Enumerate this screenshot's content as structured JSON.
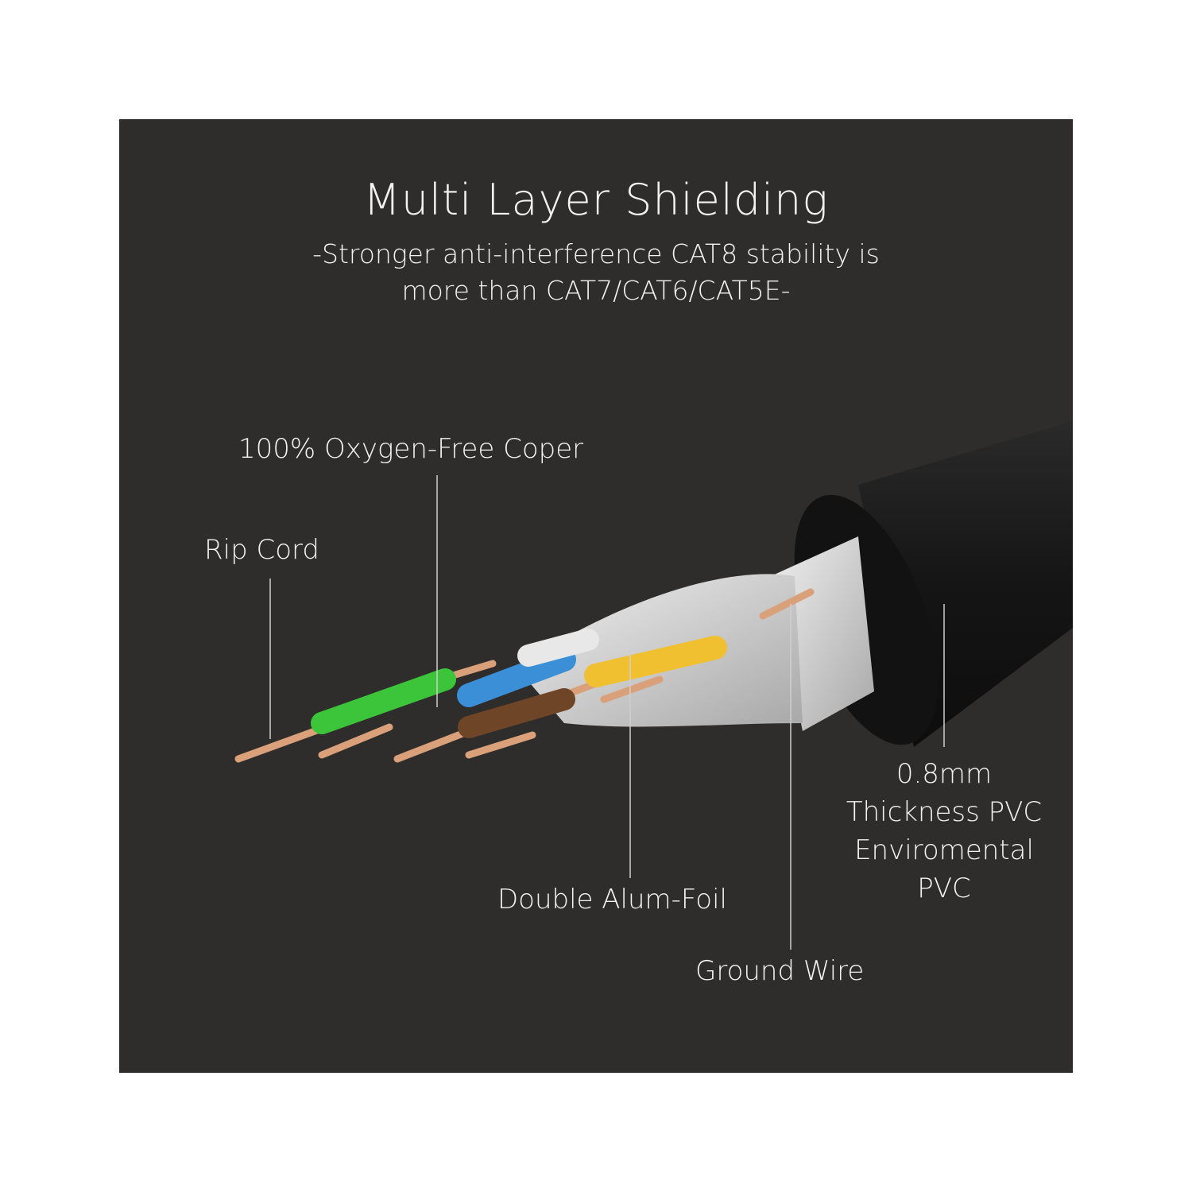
{
  "header": {
    "title": "Multi Layer Shielding",
    "subtitle_line1": "-Stronger anti-interference CAT8 stability is",
    "subtitle_line2": "more than CAT7/CAT6/CAT5E-"
  },
  "labels": {
    "copper": "100% Oxygen-Free Coper",
    "rip_cord": "Rip Cord",
    "foil": "Double Alum-Foil",
    "ground": "Ground Wire",
    "pvc_line1": "0.8mm",
    "pvc_line2": "Thickness PVC",
    "pvc_line3": "Enviromental",
    "pvc_line4": "PVC"
  },
  "colors": {
    "background": "#2f2d2b",
    "jacket": "#1b1b1b",
    "foil": "#d9d9d9",
    "copper": "#d9a07a",
    "green": "#3cc43a",
    "blue": "#3a8fd6",
    "yellow": "#f0c030",
    "brown": "#6e4526"
  }
}
